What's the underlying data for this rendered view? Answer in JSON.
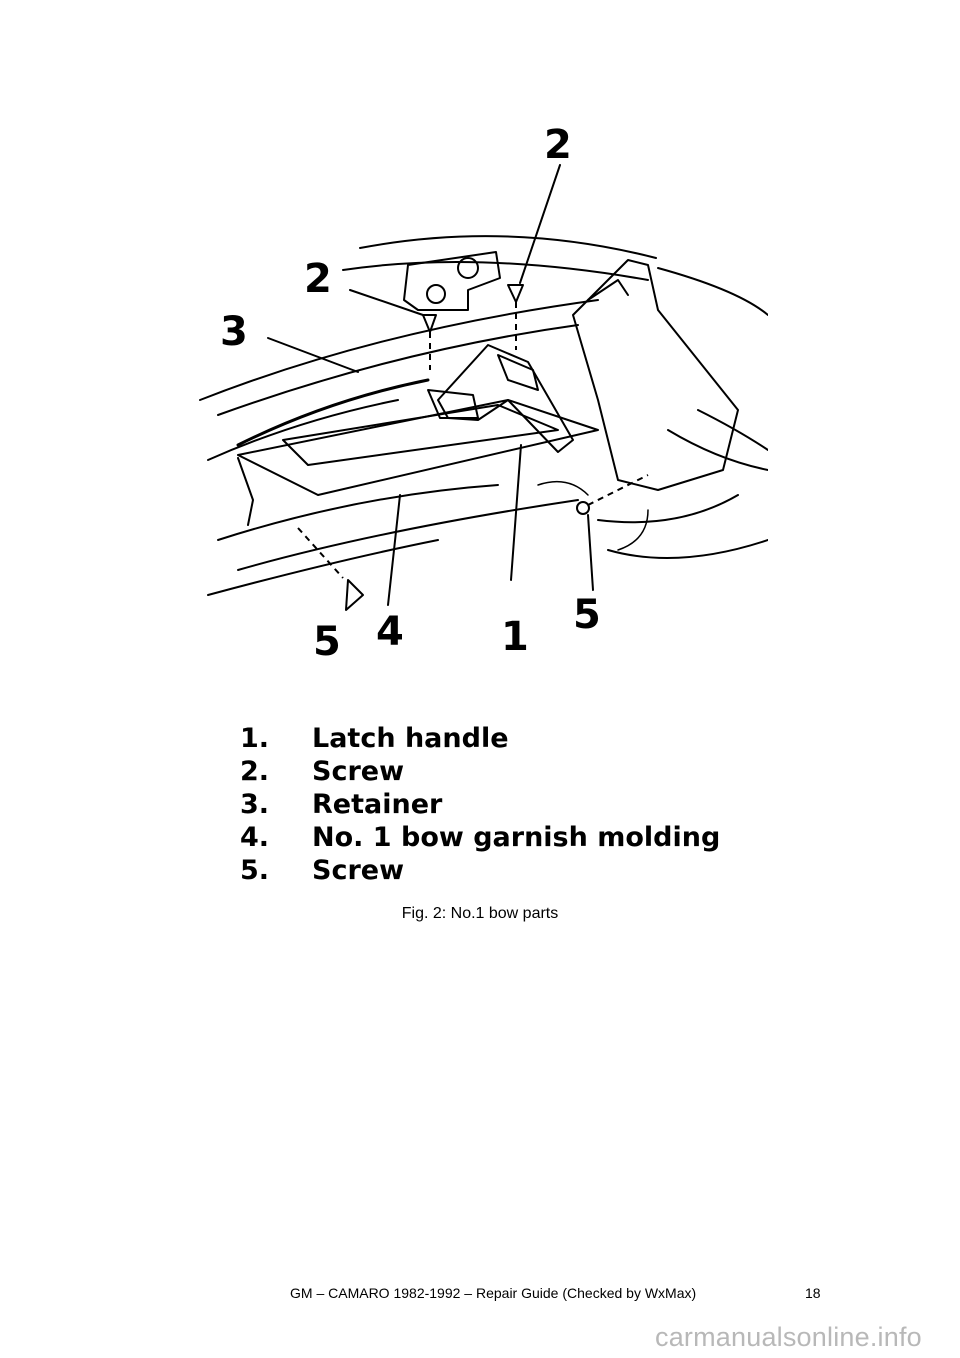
{
  "figure": {
    "callouts": [
      "1",
      "2",
      "2",
      "3",
      "4",
      "5",
      "5"
    ],
    "legend": [
      {
        "num": "1.",
        "text": "Latch handle"
      },
      {
        "num": "2.",
        "text": "Screw"
      },
      {
        "num": "3.",
        "text": "Retainer"
      },
      {
        "num": "4.",
        "text": "No. 1 bow garnish molding"
      },
      {
        "num": "5.",
        "text": "Screw"
      }
    ]
  },
  "caption": "Fig. 2: No.1 bow parts",
  "footer": {
    "title": "GM – CAMARO 1982-1992 – Repair Guide (Checked by WxMax)",
    "page": "18"
  },
  "watermark": "carmanualsonline.info"
}
